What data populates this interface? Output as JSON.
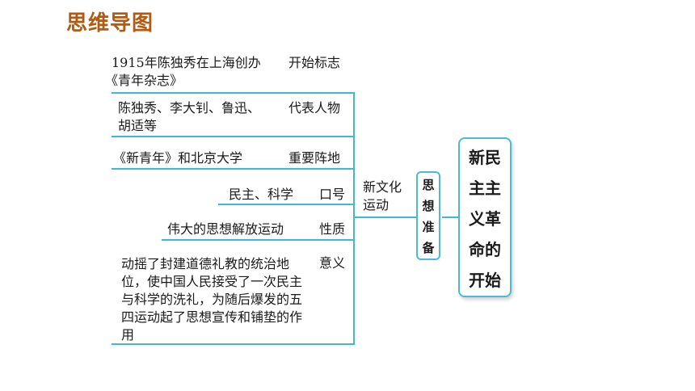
{
  "header": {
    "title": "思维导图"
  },
  "branches": [
    {
      "content_line1": "1915年陈独秀在上海创办",
      "content_line2": "《青年杂志》",
      "label": "开始标志"
    },
    {
      "content_line1": "陈独秀、李大钊、鲁迅、",
      "content_line2": "胡适等",
      "label": "代表人物"
    },
    {
      "content": "《新青年》和北京大学",
      "label": "重要阵地"
    },
    {
      "content": "民主、科学",
      "label": "口号"
    },
    {
      "content": "伟大的思想解放运动",
      "label": "性质"
    },
    {
      "content": "动摇了封建道德礼教的统治地位，使中国人民接受了一次民主与科学的洗礼，为随后爆发的五四运动起了思想宣传和铺垫的作用",
      "label": "意义"
    }
  ],
  "middle": {
    "line1": "新文化",
    "line2": "运动"
  },
  "box_small": {
    "chars": [
      "思",
      "想",
      "准",
      "备"
    ]
  },
  "box_big": {
    "rows": [
      "新民",
      "主主",
      "义革",
      "命的",
      "开始"
    ]
  },
  "colors": {
    "title": "#b25a12",
    "connector": "#3fb7d6",
    "box_border": "#4cb9d9"
  }
}
